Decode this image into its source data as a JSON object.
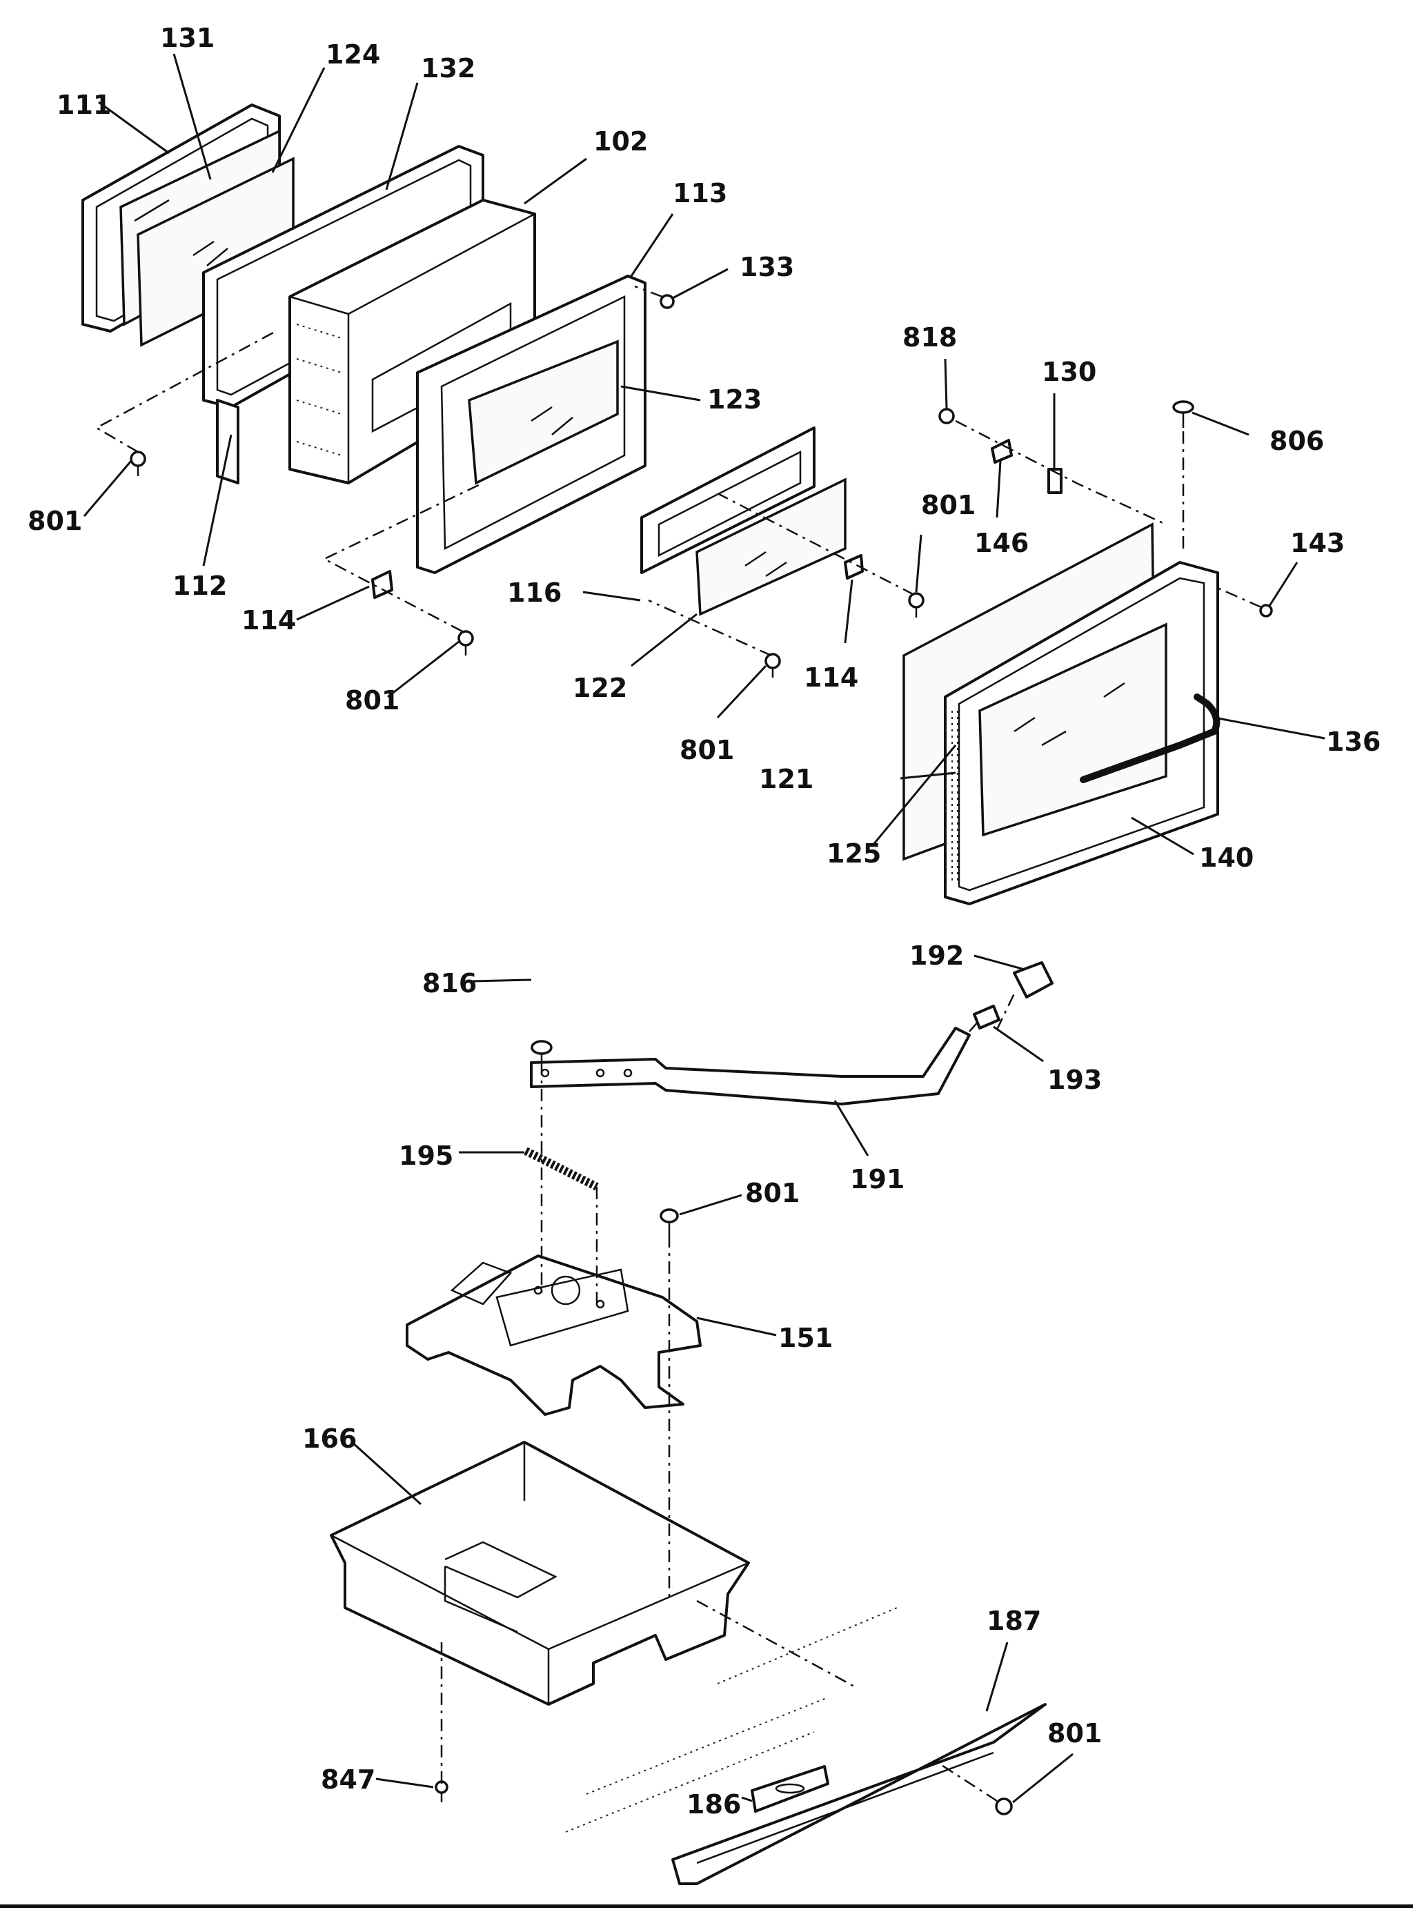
{
  "diagram": {
    "callouts": {
      "p111": "111",
      "p131": "131",
      "p124": "124",
      "p132": "132",
      "p102": "102",
      "p113": "113",
      "p133": "133",
      "p123": "123",
      "p801_a": "801",
      "p112": "112",
      "p114_a": "114",
      "p801_b": "801",
      "p116": "116",
      "p122": "122",
      "p114_b": "114",
      "p801_c": "801",
      "p801_d": "801",
      "p818": "818",
      "p130": "130",
      "p806": "806",
      "p146": "146",
      "p143": "143",
      "p136": "136",
      "p121": "121",
      "p125": "125",
      "p140": "140",
      "p816": "816",
      "p192": "192",
      "p193": "193",
      "p191": "191",
      "p195": "195",
      "p801_e": "801",
      "p151": "151",
      "p166": "166",
      "p187": "187",
      "p847": "847",
      "p801_f": "801",
      "p186": "186"
    }
  }
}
